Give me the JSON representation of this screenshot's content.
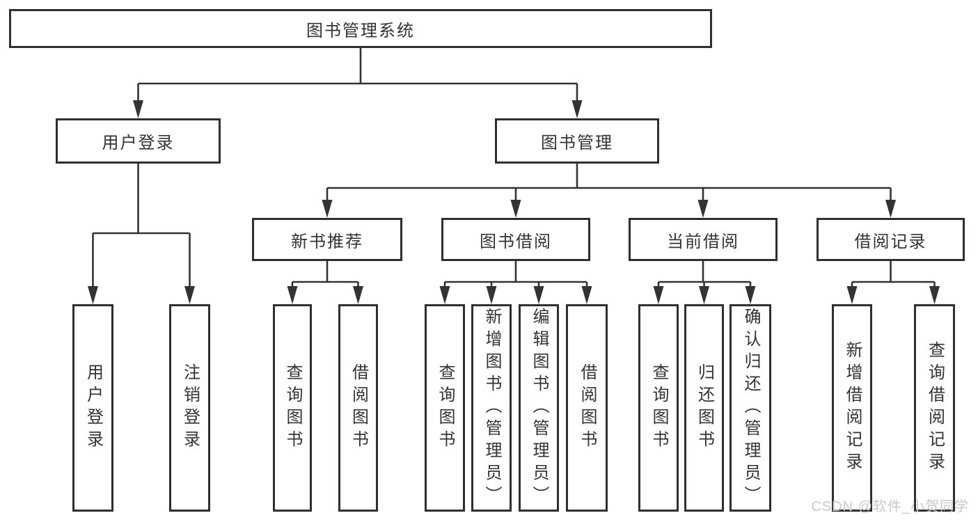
{
  "tree": {
    "root": {
      "label": "图书管理系统"
    },
    "branches": [
      {
        "label": "用户登录",
        "leaves": [
          "用户登录",
          "注销登录"
        ]
      },
      {
        "label": "图书管理",
        "sections": [
          {
            "label": "新书推荐",
            "leaves": [
              "查询图书",
              "借阅图书"
            ]
          },
          {
            "label": "图书借阅",
            "leaves": [
              "查询图书",
              "新增图书（管理员）",
              "编辑图书（管理员）",
              "借阅图书"
            ]
          },
          {
            "label": "当前借阅",
            "leaves": [
              "查询图书",
              "归还图书",
              "确认归还（管理员）"
            ]
          },
          {
            "label": "借阅记录",
            "leaves": [
              "新增借阅记录",
              "查询借阅记录"
            ]
          }
        ]
      }
    ]
  },
  "watermark": {
    "text": "CSDN @软件_小贺同学"
  },
  "colors": {
    "line": "#333333",
    "box_border": "#2f2f2f",
    "text": "#333333",
    "watermark": "#c9c9c9",
    "background": "#ffffff"
  }
}
